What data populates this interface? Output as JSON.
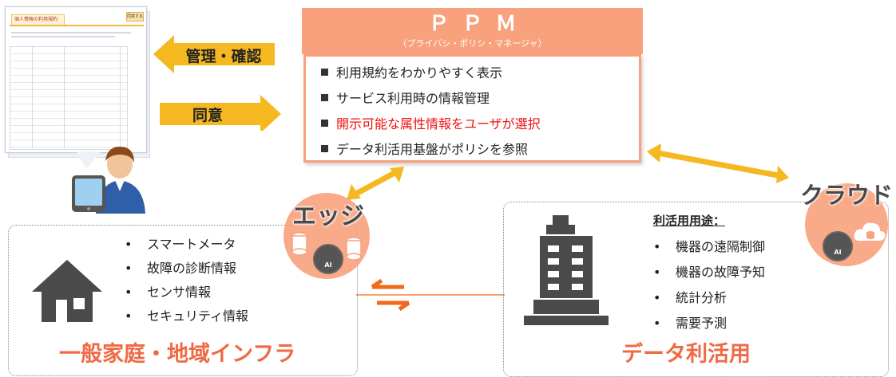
{
  "document_mock": {
    "tab_label": "個人情報の利用規約",
    "button_label": "同意する"
  },
  "arrows": {
    "manage_confirm": "管理・確認",
    "consent": "同意"
  },
  "ppm": {
    "title": "ＰＰＭ",
    "subtitle": "（プライバシ・ポリシ・マネージャ）",
    "items": [
      {
        "text": "利用規約をわかりやすく表示",
        "highlight": false
      },
      {
        "text": "サービス利用時の情報管理",
        "highlight": false
      },
      {
        "text": "開示可能な属性情報をユーザが選択",
        "highlight": true
      },
      {
        "text": "データ利活用基盤がポリシを参照",
        "highlight": false
      }
    ]
  },
  "edge": {
    "label": "エッジ",
    "badge": "AI"
  },
  "cloud": {
    "label": "クラウド",
    "badge": "AI"
  },
  "home_region": {
    "title": "一般家庭・地域インフラ",
    "items": [
      "スマートメータ",
      "故障の診断情報",
      "センサ情報",
      "セキュリティ情報"
    ]
  },
  "data_region": {
    "title": "データ利活用",
    "usage_title": "利活用用途：",
    "items": [
      "機器の遠隔制御",
      "機器の故障予知",
      "統計分析",
      "需要予測"
    ]
  },
  "colors": {
    "ppm": "#f8a17c",
    "arrow_yellow": "#f5b820",
    "exchange_orange": "#f06a1c",
    "region_title": "#ef6a44",
    "highlight_red": "#ee1111",
    "icon_dark": "#4a4a4a"
  }
}
